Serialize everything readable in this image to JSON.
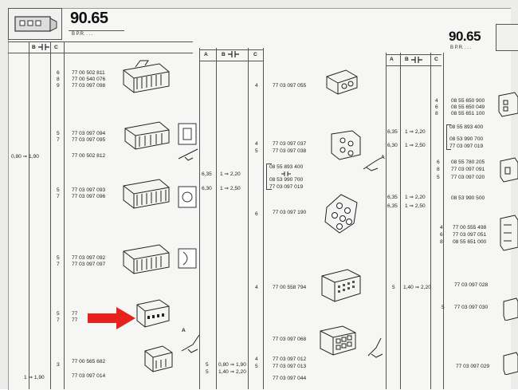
{
  "header": {
    "page_left": "90.65",
    "page_left_sub": "B    P.R.   . . .",
    "page_right": "90.65",
    "page_right_sub": "B    P.R.   . . ."
  },
  "columns": {
    "left": {
      "B": "B",
      "C": "C"
    },
    "mid": {
      "A": "A",
      "B": "B",
      "C": "C"
    },
    "right": {
      "A": "A",
      "B": "B",
      "C": "C"
    }
  },
  "left_section": {
    "range_1": "0,80 ⇒ 1,90",
    "range_2": "1 ⇒ 1,90",
    "groups": [
      {
        "qty": [
          "6",
          "8",
          "9"
        ],
        "refs": [
          "77 00 502 811",
          "77 00 540 076",
          "77 03 097 098"
        ]
      },
      {
        "qty": [
          "5",
          "7"
        ],
        "refs": [
          "77 03 097 094",
          "77 03 097 095"
        ]
      },
      {
        "qty": [
          ""
        ],
        "refs": [
          "77 00 502 812"
        ]
      },
      {
        "qty": [
          "5",
          "7"
        ],
        "refs": [
          "77 03 097 093",
          "77 03 097 096"
        ]
      },
      {
        "qty": [
          "5",
          "7"
        ],
        "refs": [
          "77 03 097 092",
          "77 03 097 097"
        ]
      },
      {
        "qty": [
          "5",
          "7"
        ],
        "refs": [
          "77",
          "77"
        ]
      },
      {
        "qty": [
          "3"
        ],
        "refs": [
          "77 00 565 682"
        ]
      },
      {
        "qty": [
          ""
        ],
        "refs": [
          "77 03 097 014"
        ]
      }
    ],
    "sizes": [
      {
        "a": "6,35",
        "b": "1 ⇒ 2,20"
      },
      {
        "a": "6,30",
        "b": "1 ⇒ 2,50"
      }
    ],
    "sizes_bottom": [
      {
        "a": "5",
        "b": "0,80 ⇒ 1,90"
      },
      {
        "a": "5",
        "b": "1,40 ⇒ 2,20"
      }
    ],
    "label_A": "A"
  },
  "mid_section": {
    "groups": [
      {
        "qty": [
          "4"
        ],
        "refs": [
          "77 03 097 055"
        ]
      },
      {
        "qty": [
          "4",
          "5"
        ],
        "refs": [
          "77 03 097 037",
          "77 03 097 038"
        ]
      },
      {
        "qty": [
          ""
        ],
        "refs": [
          "08 55 893 400",
          "08 53 990 700",
          "77 03 097 019"
        ]
      },
      {
        "qty": [
          "6"
        ],
        "refs": [
          "77 03 097 190"
        ]
      },
      {
        "qty": [
          "4"
        ],
        "refs": [
          "77 00 558 794"
        ]
      },
      {
        "qty": [
          ""
        ],
        "refs": [
          "77 03 097 068"
        ]
      },
      {
        "qty": [
          "4",
          "5"
        ],
        "refs": [
          "77 03 097 012",
          "77 03 097 013"
        ]
      },
      {
        "qty": [
          ""
        ],
        "refs": [
          "77 03 097 044"
        ]
      }
    ],
    "sizes": [
      {
        "a": "6,35",
        "b": "1 ⇒ 2,20"
      },
      {
        "a": "6,30",
        "b": "1 ⇒ 2,50"
      },
      {
        "a": "6,35",
        "b": "1 ⇒ 2,20"
      },
      {
        "a": "6,35",
        "b": "1 ⇒ 2,50"
      },
      {
        "a": "5",
        "b": "1,40 ⇒ 2,20"
      }
    ],
    "label_A": "A"
  },
  "right_section": {
    "groups": [
      {
        "qty": [
          "4",
          "6",
          "8"
        ],
        "refs": [
          "08 55 650 900",
          "08 55 650 049",
          "08 55 651 100"
        ]
      },
      {
        "qty": [
          ""
        ],
        "refs": [
          "08 55 893 400",
          "08 53 990 700",
          "77 03 097 019"
        ]
      },
      {
        "qty": [
          "6",
          "8"
        ],
        "refs": [
          "08 55 780 205",
          "77 03 097 091"
        ]
      },
      {
        "qty": [
          "5"
        ],
        "refs": [
          "77 03 097 020"
        ]
      },
      {
        "qty": [
          ""
        ],
        "refs": [
          "08 53 990 500"
        ]
      },
      {
        "qty": [
          "4",
          "6",
          "8"
        ],
        "refs": [
          "77 00 555 498",
          "77 03 097 051",
          "08 55 651 000"
        ]
      },
      {
        "qty": [
          ""
        ],
        "refs": [
          "77 03 097 028"
        ]
      },
      {
        "qty": [
          "5"
        ],
        "refs": [
          "77 03 097 030"
        ]
      },
      {
        "qty": [
          ""
        ],
        "refs": [
          "77 03 097 029"
        ]
      }
    ]
  },
  "colors": {
    "arrow": "#e8211d",
    "ink": "#222222",
    "paper": "#f6f6f4"
  }
}
